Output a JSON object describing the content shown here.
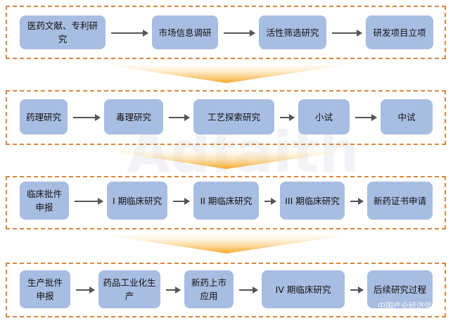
{
  "rows": [
    {
      "steps": [
        "医药文献、专利研究",
        "市场信息调研",
        "活性筛选研究",
        "研发项目立项"
      ]
    },
    {
      "steps": [
        "药理研究",
        "毒理研究",
        "工艺探索研究",
        "小试",
        "中试"
      ]
    },
    {
      "steps": [
        "临床批件申报",
        "I 期临床研究",
        "II 期临床研究",
        "III 期临床研究",
        "新药证书申请"
      ]
    },
    {
      "steps": [
        "生产批件申报",
        "药品工业化生产",
        "新药上市应用",
        "IV 期临床研究",
        "后续研究过程"
      ]
    }
  ],
  "watermark": "Adfaith 正略咨询",
  "source_watermark": "中国产业经济信息网",
  "colors": {
    "box": "#a8bde2",
    "border": "#d9893e",
    "arrow": "#555555",
    "chevron": "#f5a623"
  }
}
